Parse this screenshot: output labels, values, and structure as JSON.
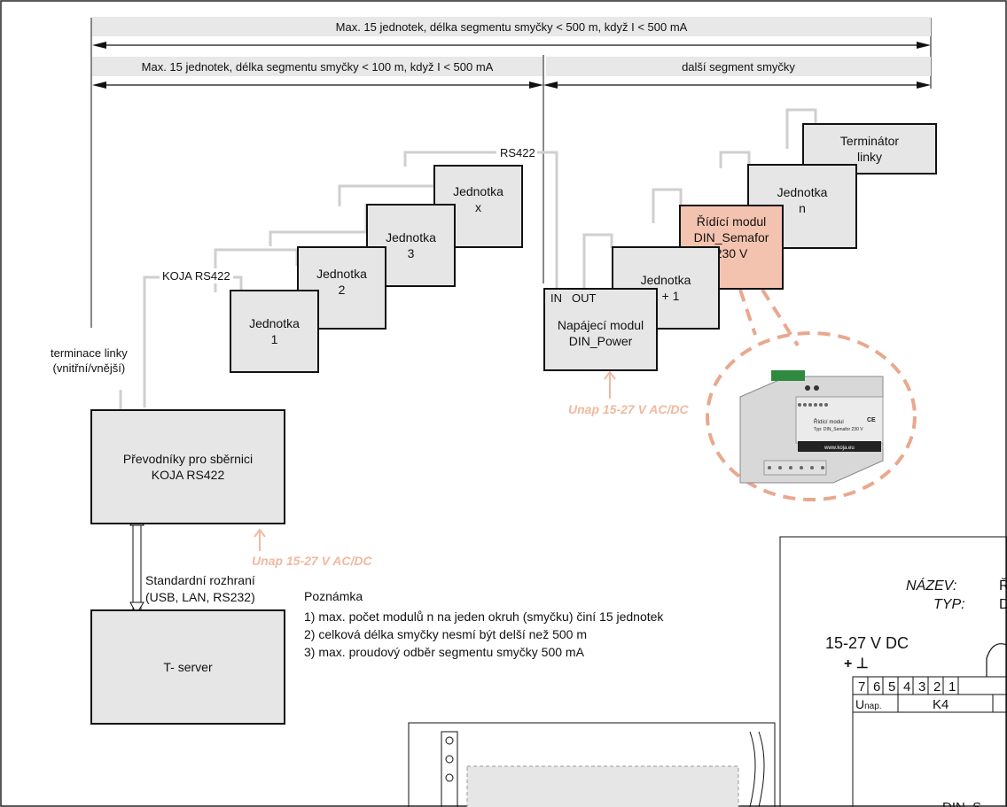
{
  "colors": {
    "accent": "#F0B9A0",
    "module_fill": "#F4C3AF",
    "box_fill": "#E6E6E6",
    "wire": "#CFCFCF"
  },
  "spans": {
    "top": "Max. 15 jednotek, délka segmentu smyčky < 500 m, když I < 500 mA",
    "left": "Max. 15 jednotek, délka segmentu smyčky < 100 m, když I < 500 mA",
    "right": "další segment smyčky"
  },
  "units": {
    "u1": "Jednotka\n1",
    "u2": "Jednotka\n2",
    "u3": "Jednotka\n3",
    "ux": "Jednotka\nx",
    "ux1": "Jednotka\nx + 1",
    "un": "Jednotka\nn",
    "term": "Terminátor\nlinky",
    "semafor": "Řídící modul\nDIN_Semafor\n230 V",
    "power": "Napájecí modul\nDIN_Power",
    "power_in": "IN",
    "power_out": "OUT",
    "converter": "Převodníky pro sběrnici\nKOJA RS422",
    "server": "T- server"
  },
  "labels": {
    "koja_rs422": "KOJA RS422",
    "rs422": "RS422",
    "termination": "terminace linky\n(vnitřní/vnější)",
    "interface": "Standardní rozhraní\n(USB, LAN, RS232)",
    "unap": "Unap 15-27 V AC/DC"
  },
  "note": {
    "title": "Poznámka",
    "lines": [
      "1) max. počet modulů n na jeden okruh (smyčku) činí 15 jednotek",
      "2) celková délka smyčky nesmí být delší než 500 m",
      "3) max. proudový odběr segmentu smyčky 500 mA"
    ]
  },
  "device_photo": {
    "title": "Řídící modul",
    "type": "Typ: DIN_Semafor 230 V",
    "brand": "www.koja.eu",
    "mark": "CE"
  },
  "drawing": {
    "name_label": "NÁZEV:",
    "name_value": "Ř",
    "type_label": "TYP:",
    "type_value": "D",
    "voltage": "15-27 V DC",
    "polarity": "+ ⊥",
    "pins": [
      "7",
      "6",
      "5",
      "4",
      "3",
      "2",
      "1"
    ],
    "unap_main": "U",
    "unap_sub": "nap.",
    "connector": "K4",
    "din": "DIN_S"
  }
}
